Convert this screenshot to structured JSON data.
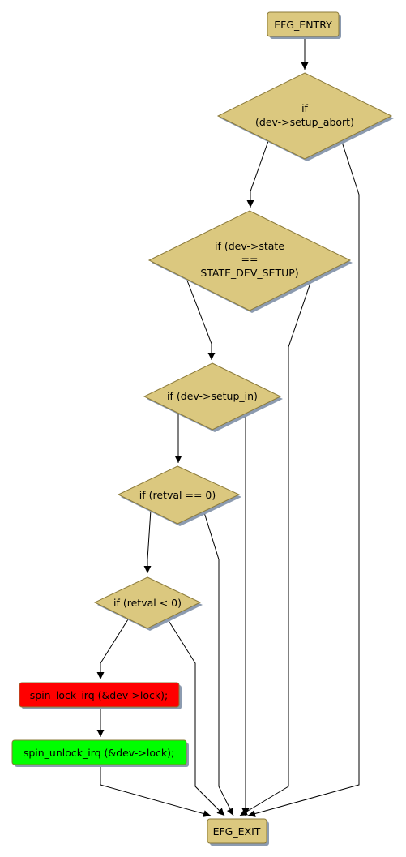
{
  "colors": {
    "node_fill": "#dbc87f",
    "node_stroke": "#8b7a3a",
    "shadow": "#8c9bb0",
    "edge": "#000000",
    "highlight_red": "#ff0000",
    "highlight_green": "#00ff00"
  },
  "nodes": {
    "entry": {
      "label": "EFG_ENTRY"
    },
    "cond_setup_abort": {
      "label_lines": [
        "if",
        "(dev->setup_abort)"
      ]
    },
    "cond_state": {
      "label_lines": [
        "if (dev->state",
        "==",
        "STATE_DEV_SETUP)"
      ]
    },
    "cond_setup_in": {
      "label": "if (dev->setup_in)"
    },
    "cond_retval_eq": {
      "label": "if (retval == 0)"
    },
    "cond_retval_lt": {
      "label": "if (retval < 0)"
    },
    "spin_lock": {
      "label": "spin_lock_irq (&dev->lock);"
    },
    "spin_unlock": {
      "label": "spin_unlock_irq (&dev->lock);"
    },
    "exit": {
      "label": "EFG_EXIT"
    }
  },
  "edges": [
    {
      "from": "entry",
      "to": "cond_setup_abort"
    },
    {
      "from": "cond_setup_abort",
      "to": "cond_state"
    },
    {
      "from": "cond_setup_abort",
      "to": "exit"
    },
    {
      "from": "cond_state",
      "to": "cond_setup_in"
    },
    {
      "from": "cond_state",
      "to": "exit"
    },
    {
      "from": "cond_setup_in",
      "to": "cond_retval_eq"
    },
    {
      "from": "cond_setup_in",
      "to": "exit"
    },
    {
      "from": "cond_retval_eq",
      "to": "cond_retval_lt"
    },
    {
      "from": "cond_retval_eq",
      "to": "exit"
    },
    {
      "from": "cond_retval_lt",
      "to": "spin_lock"
    },
    {
      "from": "cond_retval_lt",
      "to": "exit"
    },
    {
      "from": "spin_lock",
      "to": "spin_unlock"
    },
    {
      "from": "spin_unlock",
      "to": "exit"
    }
  ]
}
